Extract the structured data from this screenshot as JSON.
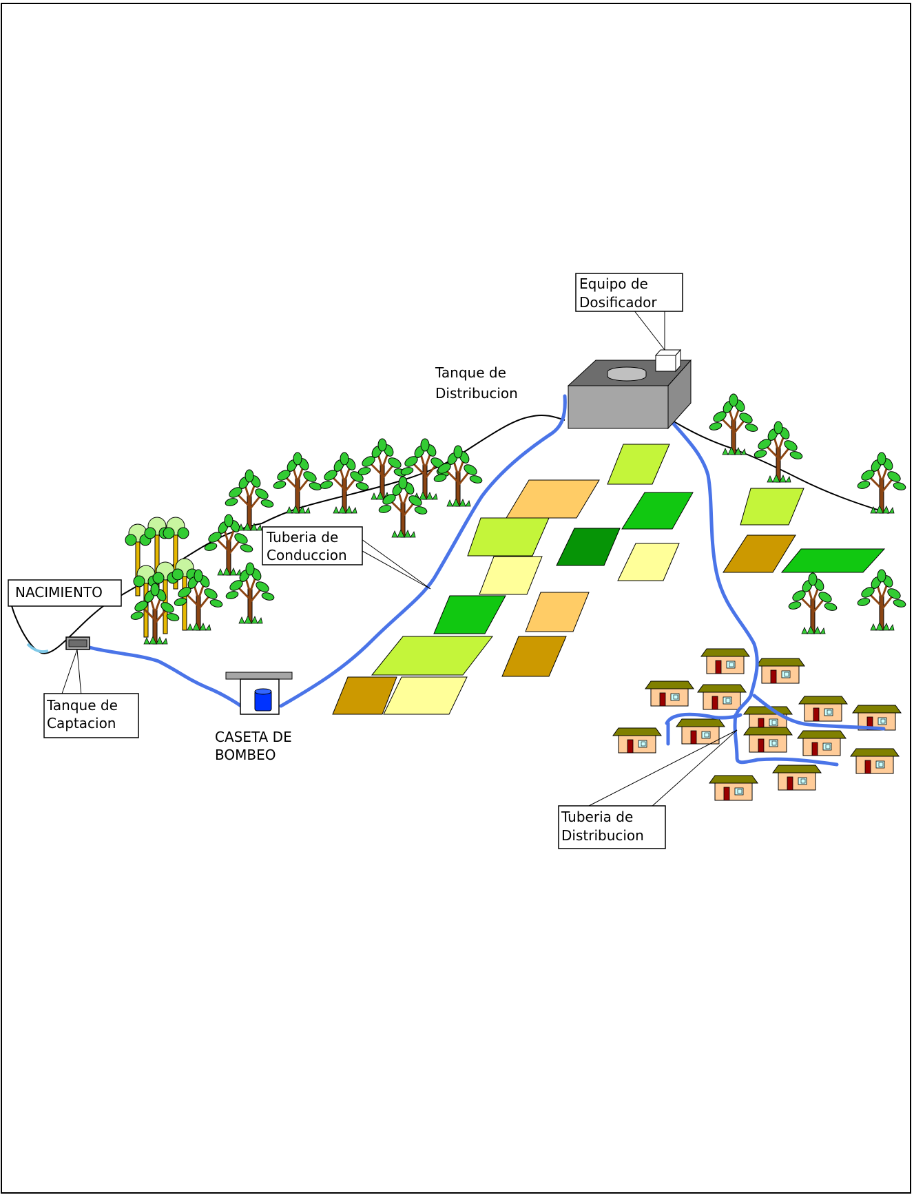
{
  "labels": {
    "nacimiento": "NACIMIENTO",
    "tanque_captacion": [
      "Tanque de",
      "Captacion"
    ],
    "caseta_bombeo": [
      "CASETA DE",
      "BOMBEO"
    ],
    "tuberia_conduccion": [
      "Tuberia de",
      "Conduccion"
    ],
    "tanque_distribucion": [
      "Tanque de",
      "Distribucion"
    ],
    "equipo_dosificador": [
      "Equipo de",
      "Dosificador"
    ],
    "tuberia_distribucion": [
      "Tuberia de",
      "Distribucion"
    ]
  },
  "colors": {
    "pipe": "#4a74e8",
    "tank_top": "#6d6d6d",
    "tank_front": "#a6a6a6",
    "field_lightgreen": "#c4f53a",
    "field_green": "#11c811",
    "field_darkgreen": "#069406",
    "field_pale": "#ffff99",
    "field_orange": "#ffcc66",
    "field_brown": "#cc9900",
    "house_wall": "#ffcc99",
    "house_roof": "#808000",
    "house_door": "#990000",
    "house_window": "#ccffff",
    "tree_trunk": "#8b4513",
    "tree_leaf": "#33cc33",
    "pump_drum": "#0033ff"
  }
}
